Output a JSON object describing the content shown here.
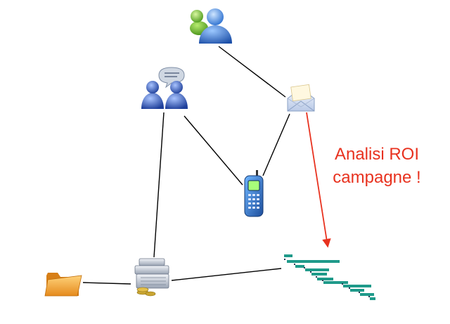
{
  "annotation": {
    "line1": "Analisi ROI",
    "line2": "campagne !",
    "color": "#e8321f"
  },
  "nodes": [
    {
      "id": "messenger-users",
      "icon": "messenger-users-icon"
    },
    {
      "id": "chat-users",
      "icon": "chat-users-icon"
    },
    {
      "id": "email",
      "icon": "email-envelope-icon"
    },
    {
      "id": "mobile-phone",
      "icon": "mobile-phone-icon"
    },
    {
      "id": "folder",
      "icon": "folder-icon"
    },
    {
      "id": "accounting",
      "icon": "accounting-machine-icon"
    },
    {
      "id": "gantt",
      "icon": "gantt-chart-icon"
    }
  ],
  "edges": [
    [
      "messenger-users",
      "email"
    ],
    [
      "chat-users",
      "mobile-phone"
    ],
    [
      "chat-users",
      "accounting"
    ],
    [
      "email",
      "mobile-phone"
    ],
    [
      "folder",
      "accounting"
    ],
    [
      "accounting",
      "gantt"
    ]
  ],
  "arrow": {
    "from": "email",
    "to": "gantt"
  }
}
